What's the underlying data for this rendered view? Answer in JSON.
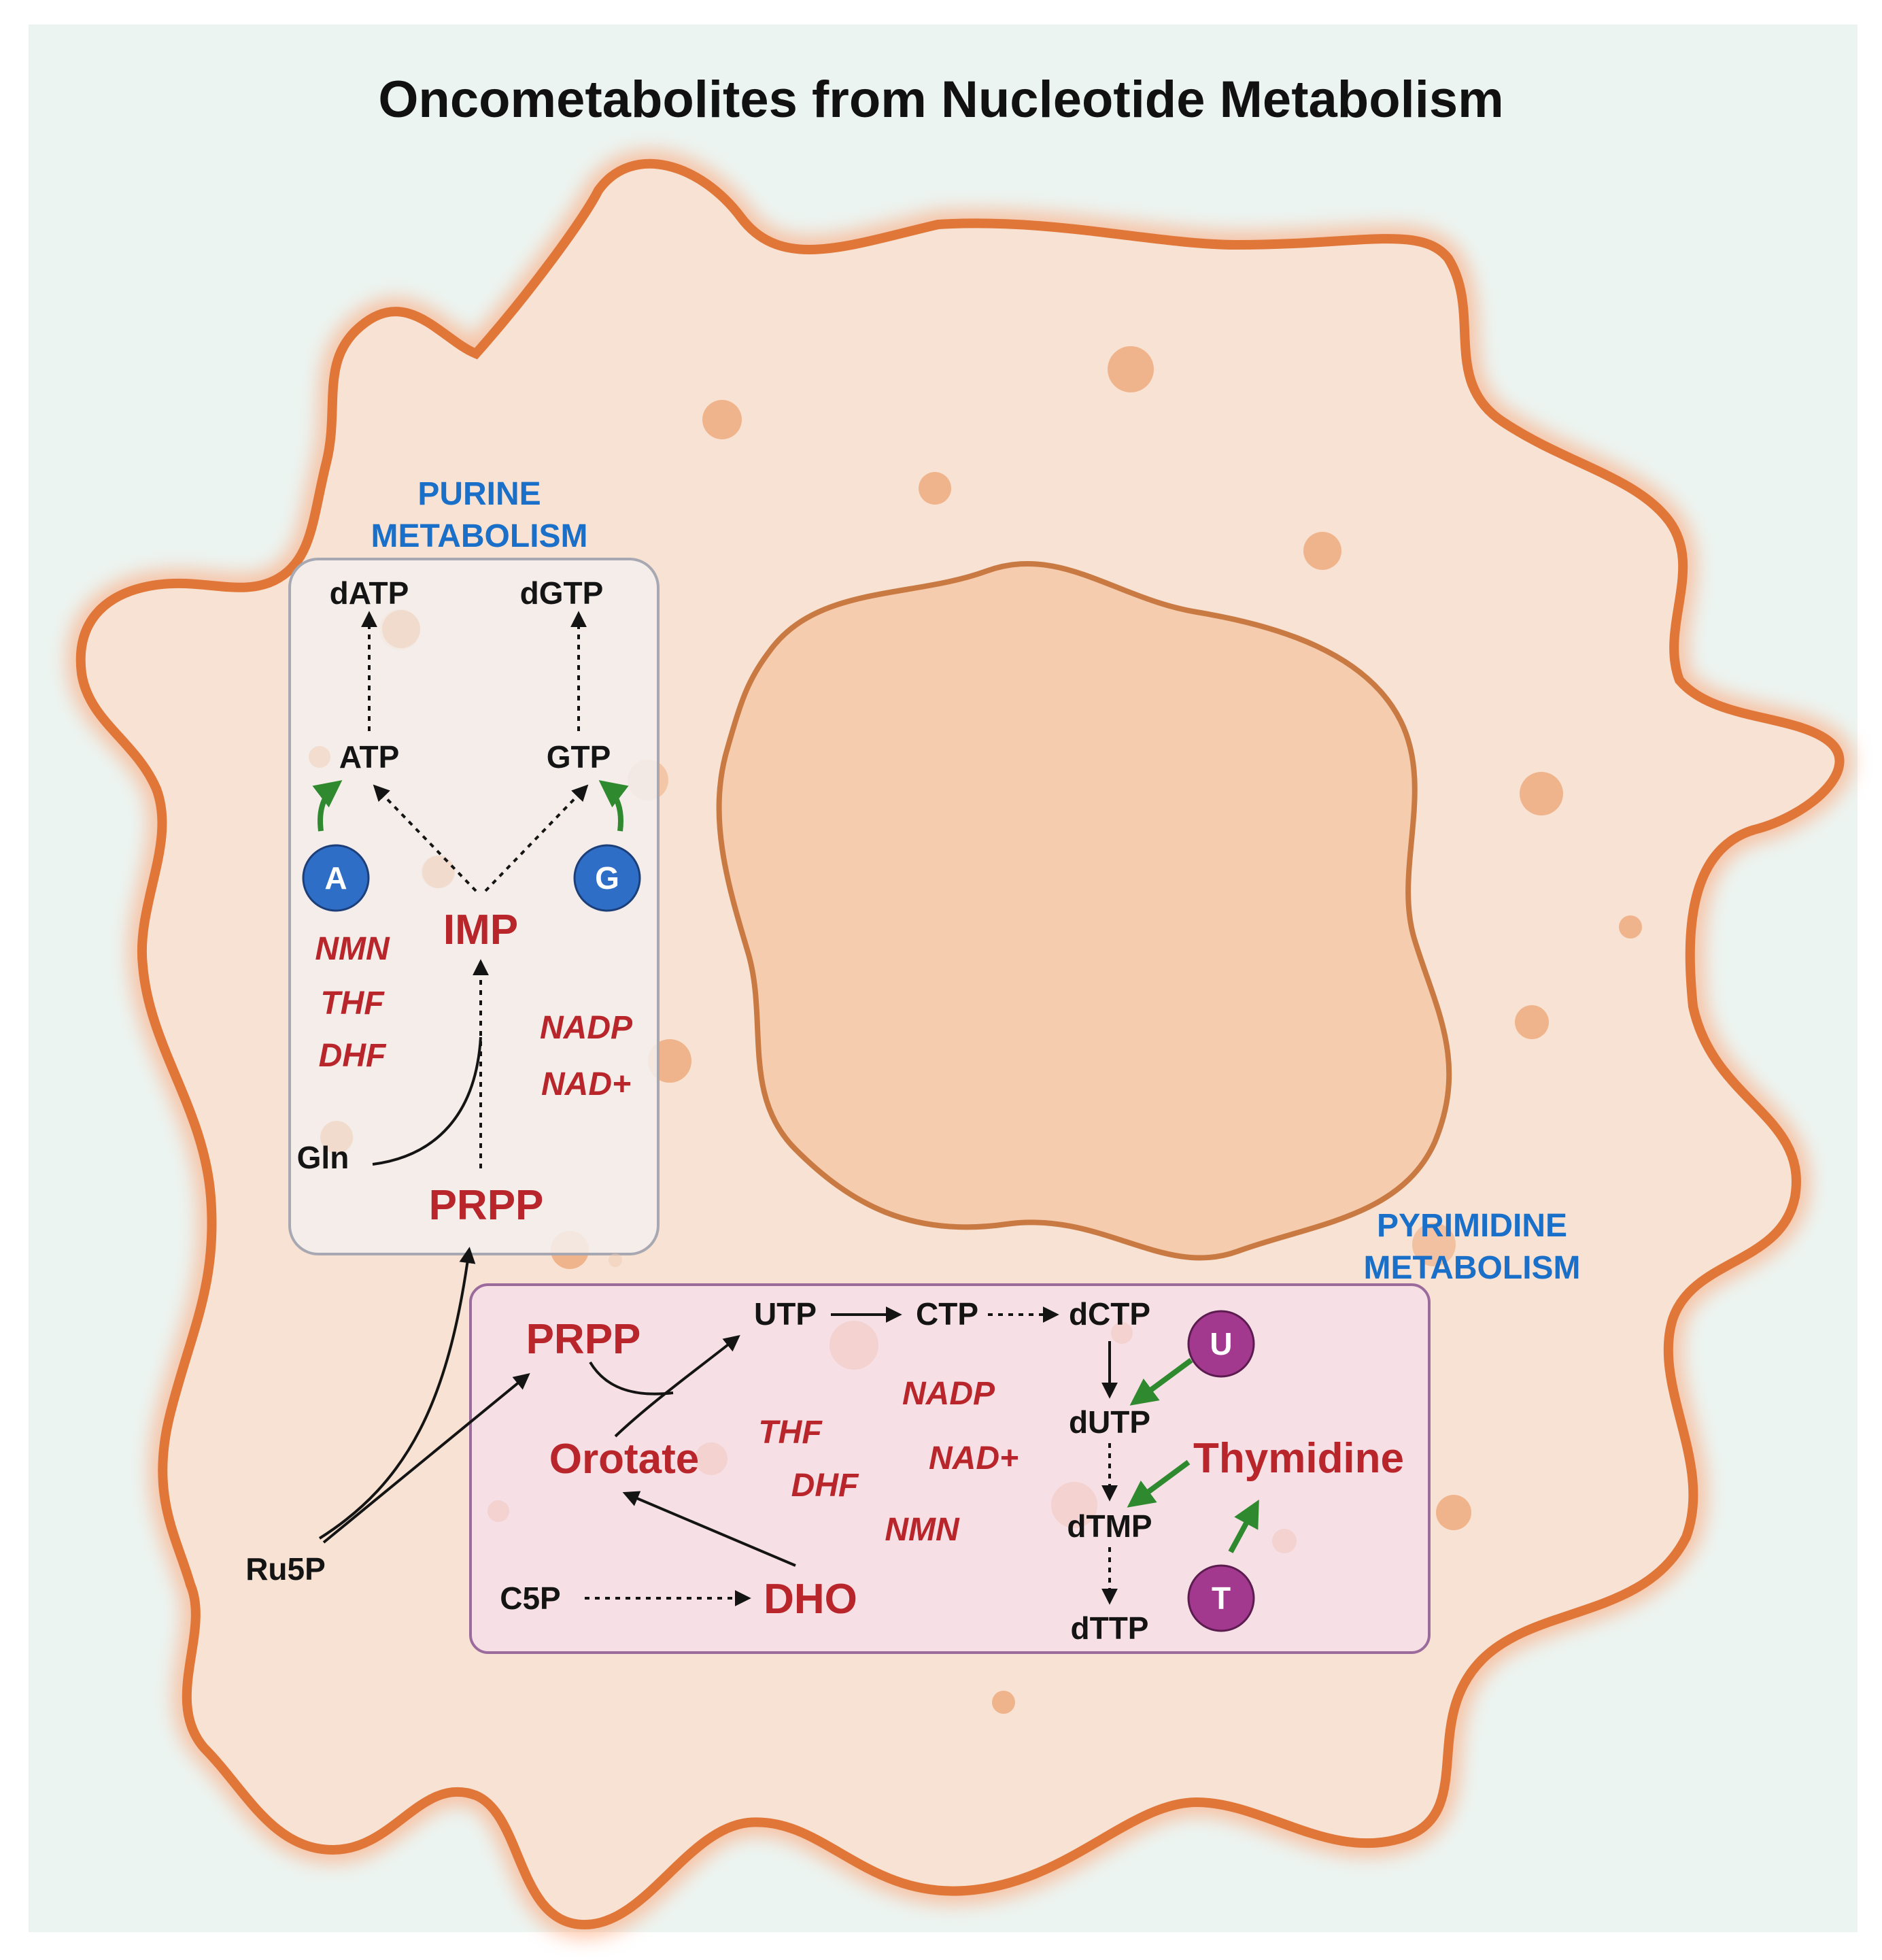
{
  "title": "Oncometabolites from Nucleotide Metabolism",
  "colors": {
    "background": "#ecf4f1",
    "cell_fill": "#f8e2d3",
    "cell_outline": "#e07638",
    "nucleus_fill": "#f6ccaf",
    "nucleus_outline": "#c97a43",
    "vesicle": "#f0b48c",
    "purine_box_fill": "#f3eeec",
    "purine_box_stroke": "#a8a8b2",
    "pyrimidine_box_fill": "#f5dfe6",
    "pyrimidine_box_stroke": "#9b6b9c",
    "section_label": "#1a6fc9",
    "oncometabolite": "#b8262b",
    "metabolite": "#141414",
    "enzyme_arrow": "#2f8a2f",
    "purine_circle": "#2f6ec6",
    "pyrimidine_circle": "#a3398e"
  },
  "purine": {
    "label_line1": "PURINE",
    "label_line2": "METABOLISM",
    "nodes": {
      "datp": "dATP",
      "dgtp": "dGTP",
      "atp": "ATP",
      "gtp": "GTP",
      "imp": "IMP",
      "gln": "Gln",
      "prpp": "PRPP"
    },
    "circles": {
      "a": "A",
      "g": "G"
    },
    "oncometabolites_left": [
      "NMN",
      "THF",
      "DHF"
    ],
    "oncometabolites_right": [
      "NADP",
      "NAD+"
    ]
  },
  "pyrimidine": {
    "label_line1": "PYRIMIDINE",
    "label_line2": "METABOLISM",
    "nodes": {
      "prpp": "PRPP",
      "utp": "UTP",
      "ctp": "CTP",
      "dctp": "dCTP",
      "dutp": "dUTP",
      "dtmp": "dTMP",
      "dttp": "dTTP",
      "orotate": "Orotate",
      "dho": "DHO",
      "c5p": "C5P",
      "thymidine": "Thymidine"
    },
    "circles": {
      "u": "U",
      "t": "T"
    },
    "oncometabolites": [
      "THF",
      "DHF",
      "NADP",
      "NAD+",
      "NMN"
    ]
  },
  "ru5p": "Ru5P",
  "icons": {
    "cell": "cell-membrane-icon",
    "nucleus": "nucleus-icon"
  }
}
